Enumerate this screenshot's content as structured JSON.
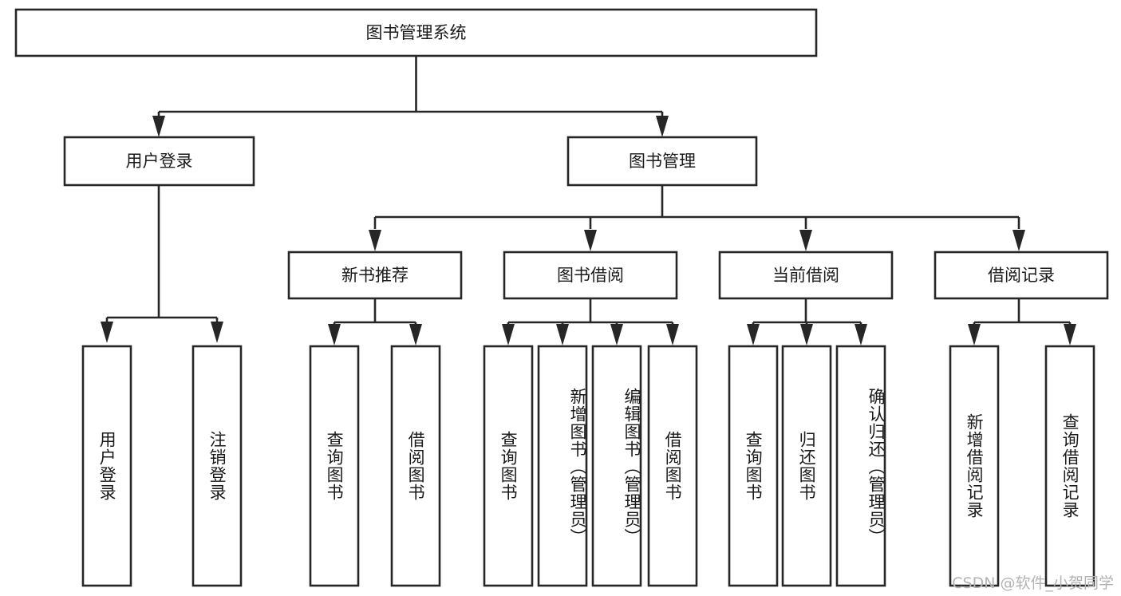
{
  "diagram": {
    "type": "tree-hierarchy-flowchart",
    "title": "图书管理系统",
    "root": {
      "id": "root",
      "label": "图书管理系统",
      "orientation": "horizontal"
    },
    "level1": [
      {
        "id": "user-login",
        "label": "用户登录",
        "orientation": "horizontal"
      },
      {
        "id": "book-management",
        "label": "图书管理",
        "orientation": "horizontal"
      }
    ],
    "level2": [
      {
        "id": "new-book-recommend",
        "label": "新书推荐",
        "orientation": "horizontal",
        "parent": "book-management"
      },
      {
        "id": "book-borrow",
        "label": "图书借阅",
        "orientation": "horizontal",
        "parent": "book-management"
      },
      {
        "id": "current-borrow",
        "label": "当前借阅",
        "orientation": "horizontal",
        "parent": "book-management"
      },
      {
        "id": "borrow-record",
        "label": "借阅记录",
        "orientation": "horizontal",
        "parent": "book-management"
      }
    ],
    "leaves": [
      {
        "id": "leaf-user-login",
        "label": "用户登录",
        "parent": "user-login",
        "orientation": "vertical"
      },
      {
        "id": "leaf-logout-login",
        "label": "注销登录",
        "parent": "user-login",
        "orientation": "vertical"
      },
      {
        "id": "leaf-query-book-1",
        "label": "查询图书",
        "parent": "new-book-recommend",
        "orientation": "vertical"
      },
      {
        "id": "leaf-borrow-book-1",
        "label": "借阅图书",
        "parent": "new-book-recommend",
        "orientation": "vertical"
      },
      {
        "id": "leaf-query-book-2",
        "label": "查询图书",
        "parent": "book-borrow",
        "orientation": "vertical"
      },
      {
        "id": "leaf-add-book",
        "label": "新增图书（管理员）",
        "parent": "book-borrow",
        "orientation": "vertical"
      },
      {
        "id": "leaf-edit-book",
        "label": "编辑图书（管理员）",
        "parent": "book-borrow",
        "orientation": "vertical"
      },
      {
        "id": "leaf-borrow-book-2",
        "label": "借阅图书",
        "parent": "book-borrow",
        "orientation": "vertical"
      },
      {
        "id": "leaf-query-book-3",
        "label": "查询图书",
        "parent": "current-borrow",
        "orientation": "vertical"
      },
      {
        "id": "leaf-return-book",
        "label": "归还图书",
        "parent": "current-borrow",
        "orientation": "vertical"
      },
      {
        "id": "leaf-confirm-return",
        "label": "确认归还（管理员）",
        "parent": "current-borrow",
        "orientation": "vertical"
      },
      {
        "id": "leaf-add-borrow-record",
        "label": "新增借阅记录",
        "parent": "borrow-record",
        "orientation": "vertical"
      },
      {
        "id": "leaf-query-borrow-record",
        "label": "查询借阅记录",
        "parent": "borrow-record",
        "orientation": "vertical"
      }
    ]
  },
  "watermark": {
    "text": "CSDN @软件_小贺同学"
  },
  "colors": {
    "stroke": "#262626",
    "fill": "#ffffff",
    "text": "#1a1a1a",
    "watermark": "#b3b3b3",
    "background": "#ffffff"
  }
}
